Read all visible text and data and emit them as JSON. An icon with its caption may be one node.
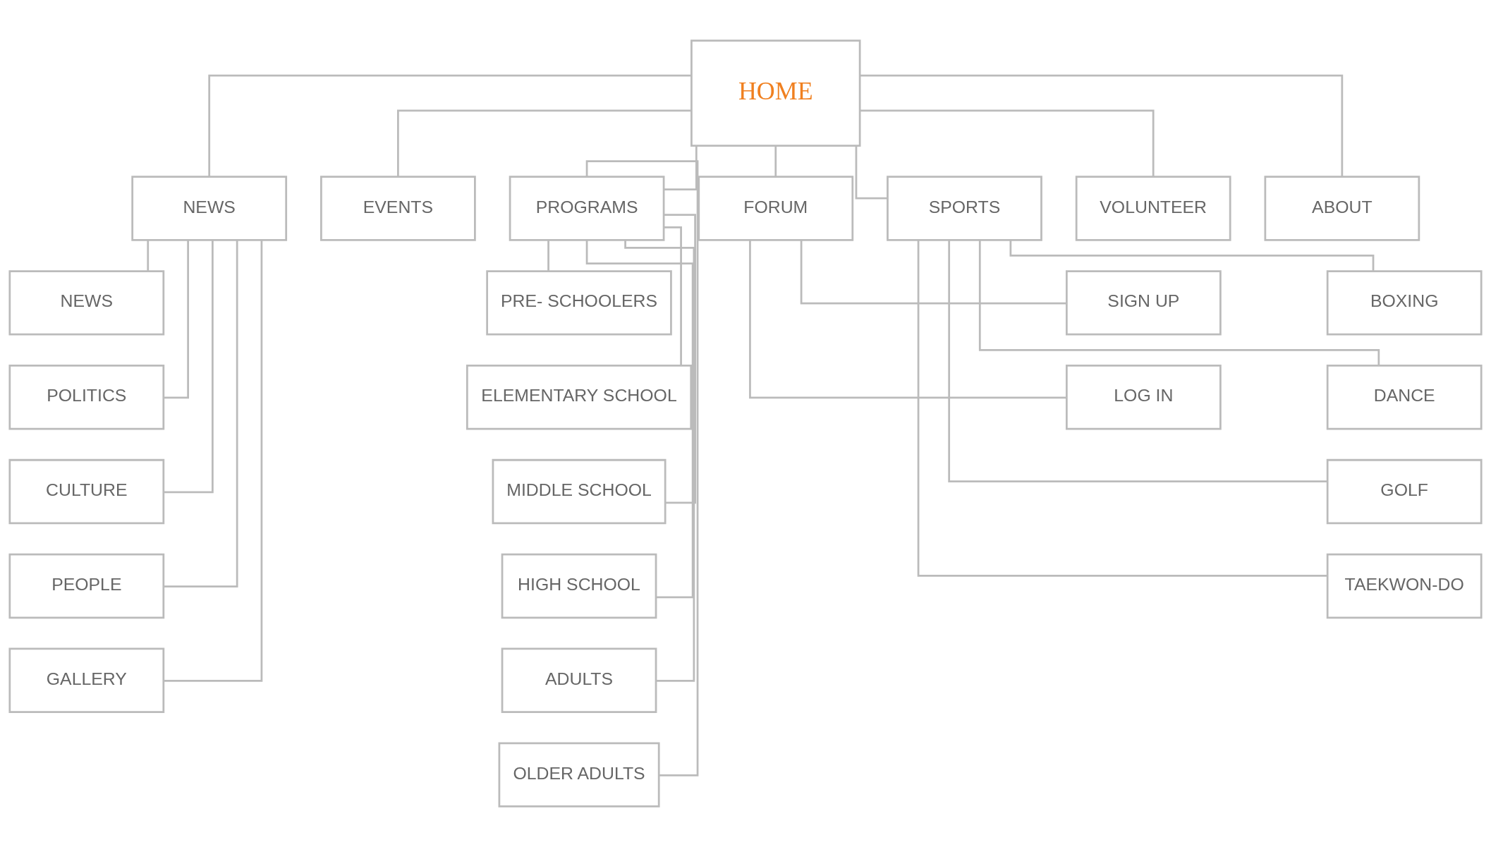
{
  "diagram": {
    "nodes": [
      {
        "text": [
          "HOME"
        ]
      },
      {
        "text": [
          "NEWS"
        ]
      },
      {
        "text": [
          "EVENTS"
        ]
      },
      {
        "text": [
          "PROGRAMS"
        ]
      },
      {
        "text": [
          "FORUM"
        ]
      },
      {
        "text": [
          "SPORTS"
        ]
      },
      {
        "text": [
          "VOLUNTEER"
        ]
      },
      {
        "text": [
          "ABOUT"
        ]
      },
      {
        "text": [
          "NEWS"
        ]
      },
      {
        "text": [
          "POLITICS"
        ]
      },
      {
        "text": [
          "CULTURE"
        ]
      },
      {
        "text": [
          "PEOPLE"
        ]
      },
      {
        "text": [
          "GALLERY"
        ]
      },
      {
        "text": [
          "PRE- SCHOOLERS"
        ]
      },
      {
        "text": [
          "ELEMENTARY SCHOOL"
        ]
      },
      {
        "text": [
          "MIDDLE SCHOOL"
        ]
      },
      {
        "text": [
          "HIGH SCHOOL"
        ]
      },
      {
        "text": [
          "ADULTS"
        ]
      },
      {
        "text": [
          "OLDER ADULTS"
        ]
      },
      {
        "text": [
          "SIGN UP"
        ]
      },
      {
        "text": [
          "LOG IN"
        ]
      },
      {
        "text": [
          "BOXING"
        ]
      },
      {
        "text": [
          "DANCE"
        ]
      },
      {
        "text": [
          "GOLF"
        ]
      },
      {
        "text": [
          "TAEKWON-DO"
        ]
      }
    ],
    "edges": [
      {
        "from": 0,
        "to": 1,
        "arrow": "none"
      },
      {
        "from": 0,
        "to": 2,
        "arrow": "none"
      },
      {
        "from": 0,
        "to": 3,
        "arrow": "none"
      },
      {
        "from": 0,
        "to": 4,
        "arrow": "none"
      },
      {
        "from": 0,
        "to": 5,
        "arrow": "none"
      },
      {
        "from": 0,
        "to": 6,
        "arrow": "none"
      },
      {
        "from": 0,
        "to": 7,
        "arrow": "none"
      },
      {
        "from": 1,
        "to": 8,
        "arrow": "none"
      },
      {
        "from": 1,
        "to": 9,
        "arrow": "none"
      },
      {
        "from": 1,
        "to": 10,
        "arrow": "none"
      },
      {
        "from": 1,
        "to": 11,
        "arrow": "none"
      },
      {
        "from": 1,
        "to": 12,
        "arrow": "none"
      },
      {
        "from": 3,
        "to": 13,
        "arrow": "none"
      },
      {
        "from": 3,
        "to": 14,
        "arrow": "none"
      },
      {
        "from": 3,
        "to": 15,
        "arrow": "none"
      },
      {
        "from": 3,
        "to": 16,
        "arrow": "none"
      },
      {
        "from": 3,
        "to": 17,
        "arrow": "none"
      },
      {
        "from": 3,
        "to": 18,
        "arrow": "none"
      },
      {
        "from": 4,
        "to": 19,
        "arrow": "none"
      },
      {
        "from": 4,
        "to": 20,
        "arrow": "none"
      },
      {
        "from": 5,
        "to": 21,
        "arrow": "none"
      },
      {
        "from": 5,
        "to": 22,
        "arrow": "none"
      },
      {
        "from": 5,
        "to": 23,
        "arrow": "none"
      },
      {
        "from": 5,
        "to": 24,
        "arrow": "none"
      }
    ]
  }
}
